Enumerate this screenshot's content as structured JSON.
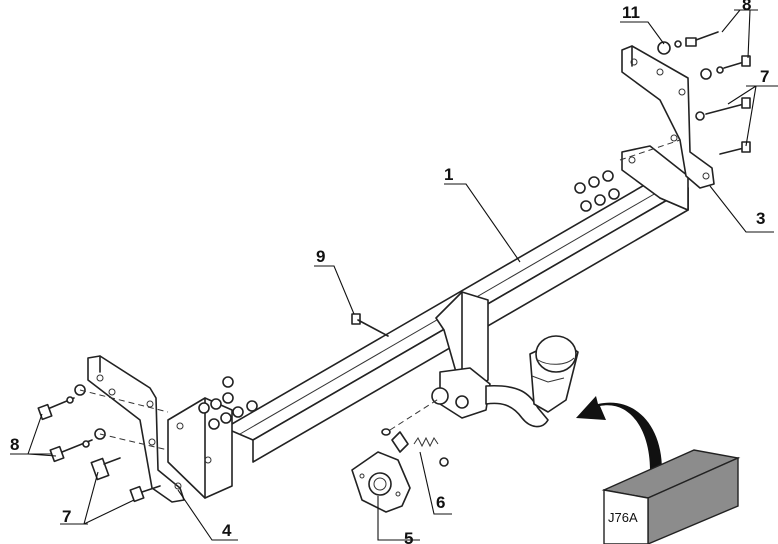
{
  "callouts": {
    "c1": "1",
    "c3": "3",
    "c4": "4",
    "c5": "5",
    "c6": "6",
    "c7_left": "7",
    "c7_right": "7",
    "c8_left": "8",
    "c8_right": "8",
    "c9": "9",
    "c11": "11"
  },
  "box_label": "J76A",
  "colors": {
    "line": "#222222",
    "box_fill": "#8c8c8c",
    "arrow_fill": "#111111"
  },
  "icons": {
    "direction_arrow": "curved-arrow-icon"
  }
}
